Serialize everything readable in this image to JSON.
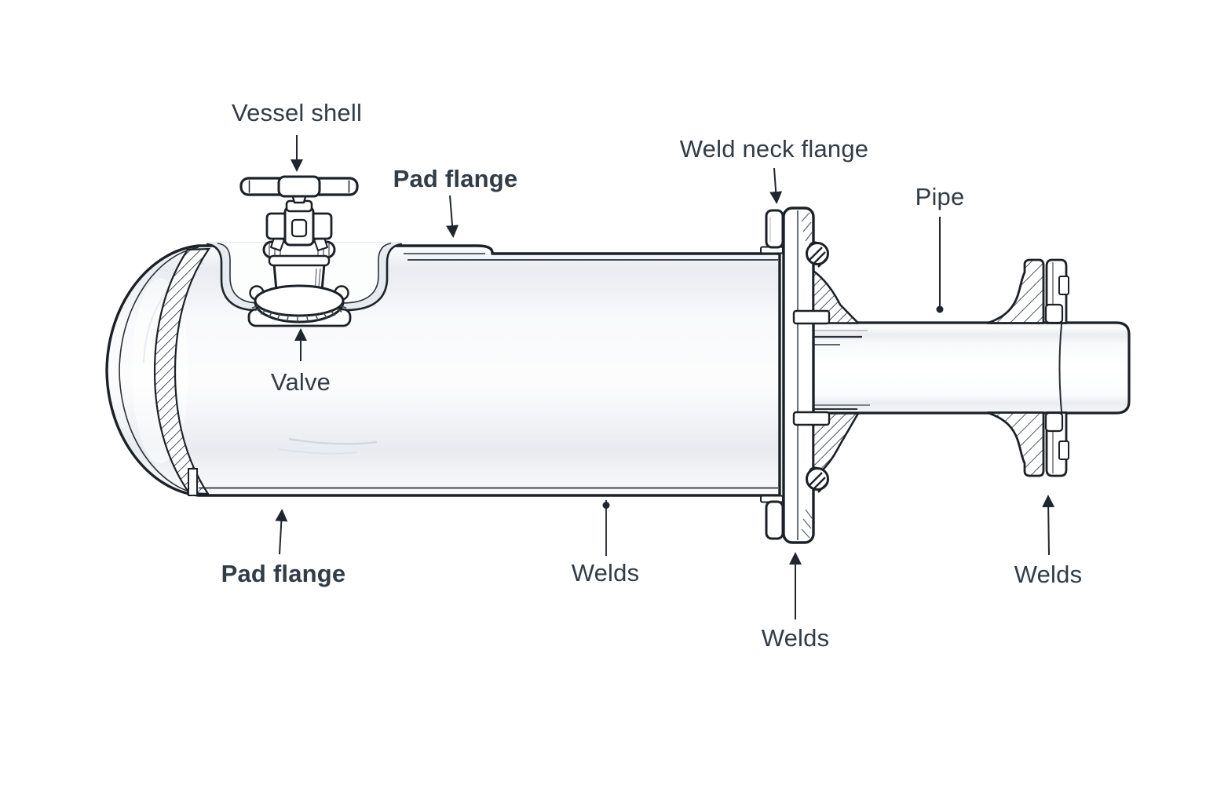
{
  "figure": {
    "type": "technical-cutaway-illustration",
    "subject": "Horizontal pressure vessel cross-section with valve, pad flanges, weld neck flange, pipe and weld locations",
    "background_color": "#ffffff",
    "line_color": "#1b2127",
    "label_color": "#323c46",
    "hatch_color": "#49525a"
  },
  "labels": {
    "vessel_shell": {
      "text": "Vessel shell",
      "emphasis": "regular",
      "leader": "arrow-down"
    },
    "pad_flange_top": {
      "text": "Pad flange",
      "emphasis": "bold",
      "leader": "arrow-down"
    },
    "weld_neck_flange": {
      "text": "Weld neck flange",
      "emphasis": "regular",
      "leader": "arrow-down"
    },
    "pipe": {
      "text": "Pipe",
      "emphasis": "regular",
      "leader": "line-dot"
    },
    "valve": {
      "text": "Valve",
      "emphasis": "regular",
      "leader": "arrow-up"
    },
    "pad_flange_bottom": {
      "text": "Pad flange",
      "emphasis": "bold",
      "leader": "arrow-up"
    },
    "welds_shell": {
      "text": "Welds",
      "emphasis": "regular",
      "leader": "line-dot"
    },
    "welds_flange": {
      "text": "Welds",
      "emphasis": "regular",
      "leader": "arrow-up"
    },
    "welds_pipe": {
      "text": "Welds",
      "emphasis": "regular",
      "leader": "arrow-up"
    }
  }
}
